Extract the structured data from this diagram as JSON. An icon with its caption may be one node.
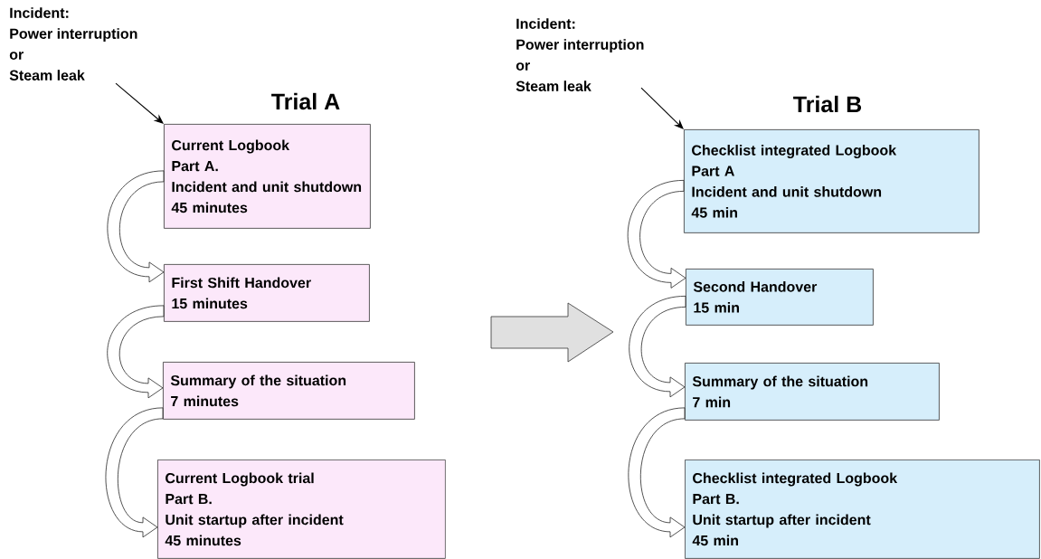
{
  "diagram": {
    "nodes": [
      {
        "text": [
          "Incident:",
          "Power interruption",
          "or",
          "Steam leak"
        ]
      },
      {
        "text": [
          "Current Logbook",
          "Part A.",
          "Incident and unit shutdown",
          "45 minutes"
        ]
      },
      {
        "text": [
          "First Shift Handover",
          "15 minutes"
        ]
      },
      {
        "text": [
          "Summary of the situation",
          "7 minutes"
        ]
      },
      {
        "text": [
          "Current Logbook trial",
          "Part B.",
          "Unit startup after incident",
          "45 minutes"
        ]
      },
      {
        "text": [
          "Incident:",
          "Power interruption",
          "or",
          "Steam leak"
        ]
      },
      {
        "text": [
          "Checklist integrated Logbook",
          "Part A",
          "Incident and unit shutdown",
          "45 min"
        ]
      },
      {
        "text": [
          "Second Handover",
          "15 min"
        ]
      },
      {
        "text": [
          "Summary of the situation",
          "7 min"
        ]
      },
      {
        "text": [
          "Checklist integrated Logbook",
          "Part B.",
          "Unit startup after incident",
          "45 min"
        ]
      }
    ],
    "edges": [
      {
        "from": 0,
        "to": 1,
        "arrow": "to"
      },
      {
        "from": 1,
        "to": 2,
        "arrow": "to"
      },
      {
        "from": 2,
        "to": 3,
        "arrow": "to"
      },
      {
        "from": 3,
        "to": 4,
        "arrow": "to"
      },
      {
        "from": 5,
        "to": 6,
        "arrow": "to"
      },
      {
        "from": 6,
        "to": 7,
        "arrow": "to"
      },
      {
        "from": 7,
        "to": 8,
        "arrow": "to"
      },
      {
        "from": 8,
        "to": 9,
        "arrow": "to"
      }
    ],
    "labels": [
      "Trial A",
      "Trial B"
    ]
  }
}
